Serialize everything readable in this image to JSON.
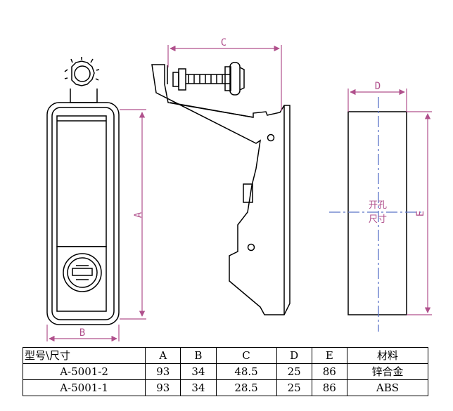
{
  "drawing": {
    "dimension_labels": {
      "a": "A",
      "b": "B",
      "c": "C",
      "d": "D",
      "e": "E"
    },
    "cutout_note": [
      "开孔",
      "尺寸"
    ],
    "colors": {
      "line": "#000000",
      "dimension": "#b0508c",
      "centerline": "#5a73c8"
    }
  },
  "table": {
    "header": [
      "型号\\尺寸",
      "A",
      "B",
      "C",
      "D",
      "E",
      "材料"
    ],
    "rows": [
      [
        "A-5001-2",
        "93",
        "34",
        "48.5",
        "25",
        "86",
        "锌合金"
      ],
      [
        "A-5001-1",
        "93",
        "34",
        "28.5",
        "25",
        "86",
        "ABS"
      ]
    ]
  }
}
